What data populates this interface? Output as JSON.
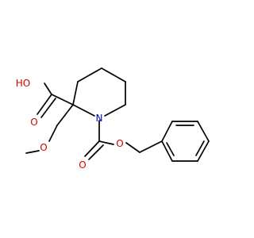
{
  "molecule": {
    "description_visible_text": false,
    "atoms": {
      "hydroxyl_label": "HO",
      "carbonyl_o_acid": "O",
      "nitrogen": "N",
      "ester_o_carbonyl": "O",
      "ester_o_link": "O",
      "ether_o": "O"
    },
    "colors": {
      "bond": "#000000",
      "oxygen": "#d40000",
      "nitrogen": "#0000cc"
    }
  }
}
